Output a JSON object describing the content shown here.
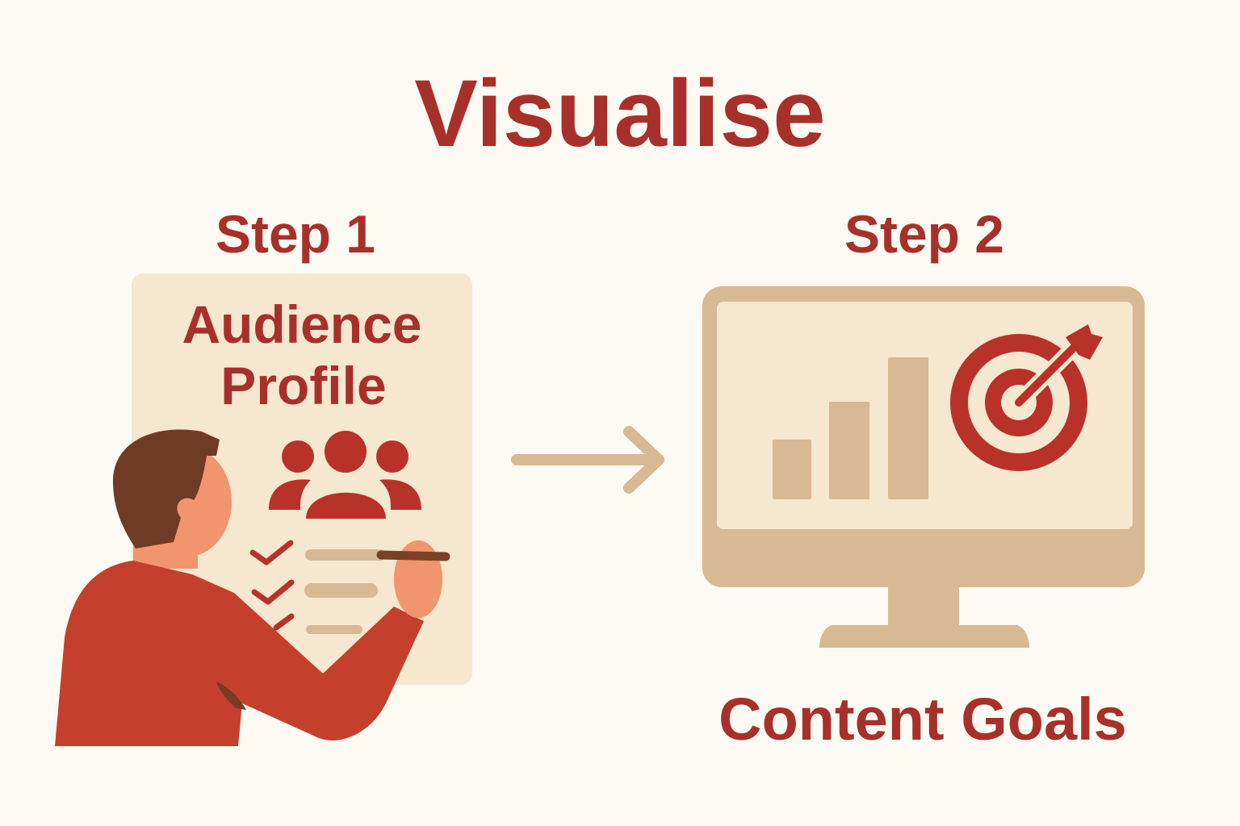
{
  "title": "Visualise",
  "step1": {
    "label": "Step 1",
    "card_line1": "Audience",
    "card_line2": "Profile"
  },
  "step2": {
    "label": "Step 2",
    "caption": "Content Goals"
  },
  "icons": [
    "person-writing-illustration",
    "people-group-icon",
    "checklist-icon",
    "arrow-right-icon",
    "monitor-icon",
    "bar-chart-icon",
    "target-dart-icon"
  ],
  "colors": {
    "background": "#fdfaf3",
    "accent_red": "#a8302b",
    "card": "#f6e7cf",
    "tan": "#d7b994",
    "shirt": "#c4402c",
    "skin": "#f0956e",
    "hair": "#703b25"
  }
}
